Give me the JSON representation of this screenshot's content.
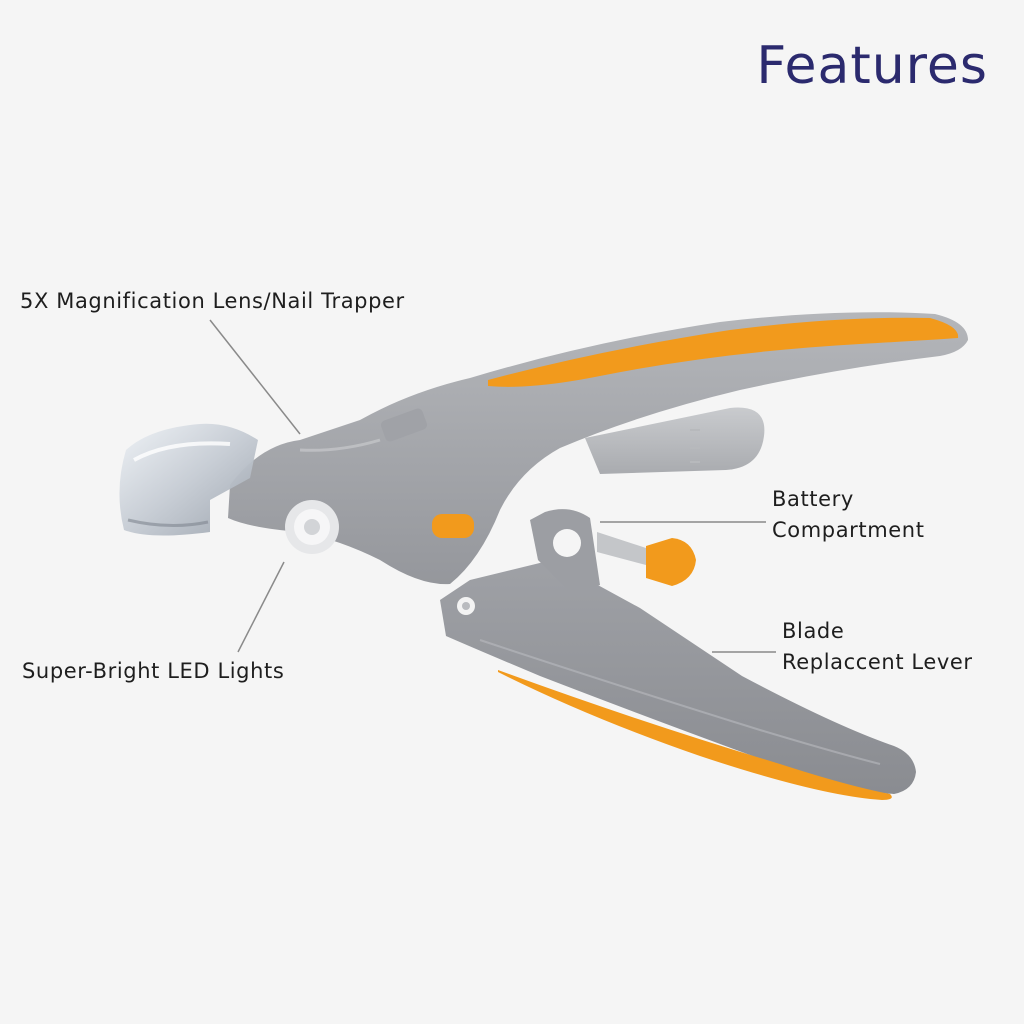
{
  "header": {
    "title": "Features"
  },
  "callouts": {
    "lens": {
      "text": "5X Magnification Lens/Nail Trapper"
    },
    "led": {
      "text": "Super-Bright LED Lights"
    },
    "battery": {
      "line1": "Battery",
      "line2": "Compartment"
    },
    "blade": {
      "line1": "Blade",
      "line2": "Replaccent Lever"
    }
  },
  "colors": {
    "title": "#2b2a6e",
    "body_gray": "#a6a8ac",
    "accent_orange": "#f29a1c",
    "leader_line": "#8a8a8a"
  }
}
